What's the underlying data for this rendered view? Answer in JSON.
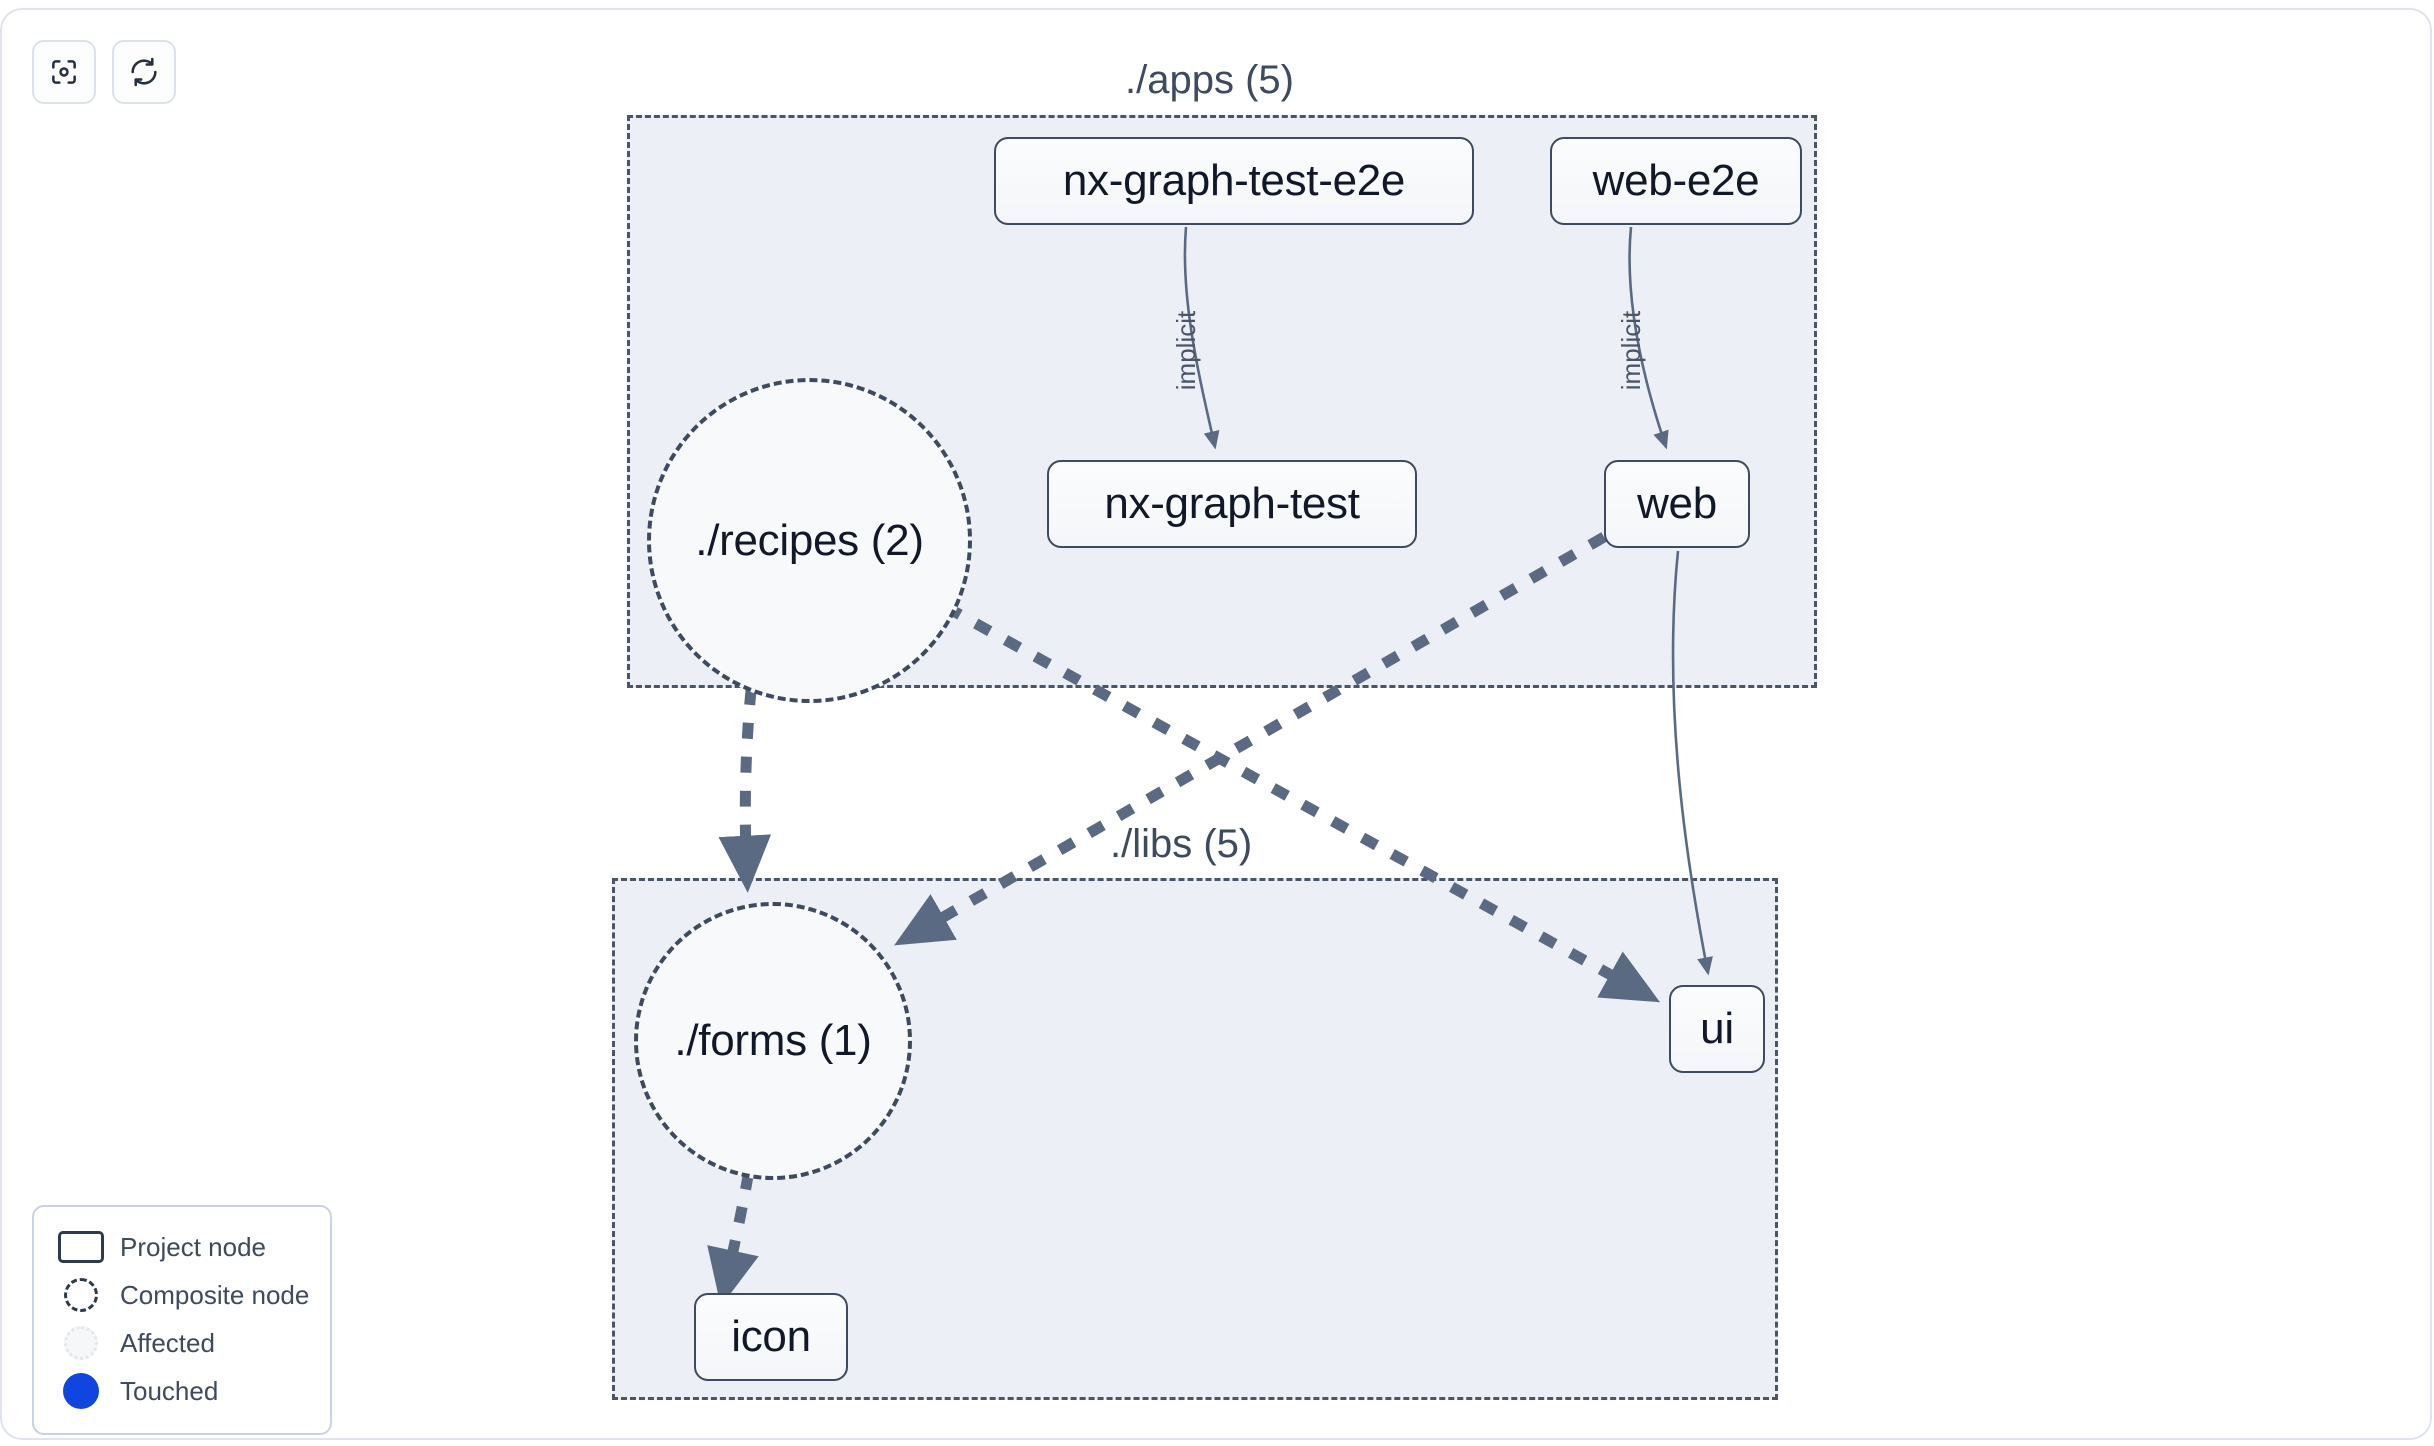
{
  "toolbar": {
    "buttons": [
      {
        "name": "focus-target-button",
        "icon": "focus-target-icon",
        "label": ""
      },
      {
        "name": "refresh-button",
        "icon": "refresh-icon",
        "label": ""
      }
    ]
  },
  "graph": {
    "groups": [
      {
        "id": "apps",
        "label": "./apps (5)"
      },
      {
        "id": "libs",
        "label": "./libs (5)"
      }
    ],
    "nodes": [
      {
        "id": "nx-graph-test-e2e",
        "label": "nx-graph-test-e2e",
        "type": "project",
        "group": "apps"
      },
      {
        "id": "web-e2e",
        "label": "web-e2e",
        "type": "project",
        "group": "apps"
      },
      {
        "id": "recipes",
        "label": "./recipes (2)",
        "type": "composite",
        "group": "apps"
      },
      {
        "id": "nx-graph-test",
        "label": "nx-graph-test",
        "type": "project",
        "group": "apps"
      },
      {
        "id": "web",
        "label": "web",
        "type": "project",
        "group": "apps"
      },
      {
        "id": "forms",
        "label": "./forms (1)",
        "type": "composite",
        "group": "libs"
      },
      {
        "id": "ui",
        "label": "ui",
        "type": "project",
        "group": "libs"
      },
      {
        "id": "icon",
        "label": "icon",
        "type": "project",
        "group": "libs"
      }
    ],
    "edges": [
      {
        "from": "nx-graph-test-e2e",
        "to": "nx-graph-test",
        "label": "implicit",
        "style": "solid"
      },
      {
        "from": "web-e2e",
        "to": "web",
        "label": "implicit",
        "style": "solid"
      },
      {
        "from": "web",
        "to": "ui",
        "label": "",
        "style": "solid"
      },
      {
        "from": "recipes",
        "to": "forms",
        "label": "",
        "style": "dashed"
      },
      {
        "from": "recipes",
        "to": "ui",
        "label": "",
        "style": "dashed"
      },
      {
        "from": "web",
        "to": "forms",
        "label": "",
        "style": "dashed"
      },
      {
        "from": "forms",
        "to": "icon",
        "label": "",
        "style": "dashed"
      }
    ]
  },
  "legend": {
    "items": [
      {
        "id": "project-node",
        "label": "Project node"
      },
      {
        "id": "composite-node",
        "label": "Composite node"
      },
      {
        "id": "affected",
        "label": "Affected"
      },
      {
        "id": "touched",
        "label": "Touched"
      }
    ]
  },
  "colors": {
    "group_fill": "#eceff5",
    "group_border": "#4a5568",
    "node_border": "#3d4a5f",
    "node_text": "#111827",
    "edge": "#5a6a82",
    "touched": "#0f46e0",
    "frame_border": "#dfe4ee"
  }
}
